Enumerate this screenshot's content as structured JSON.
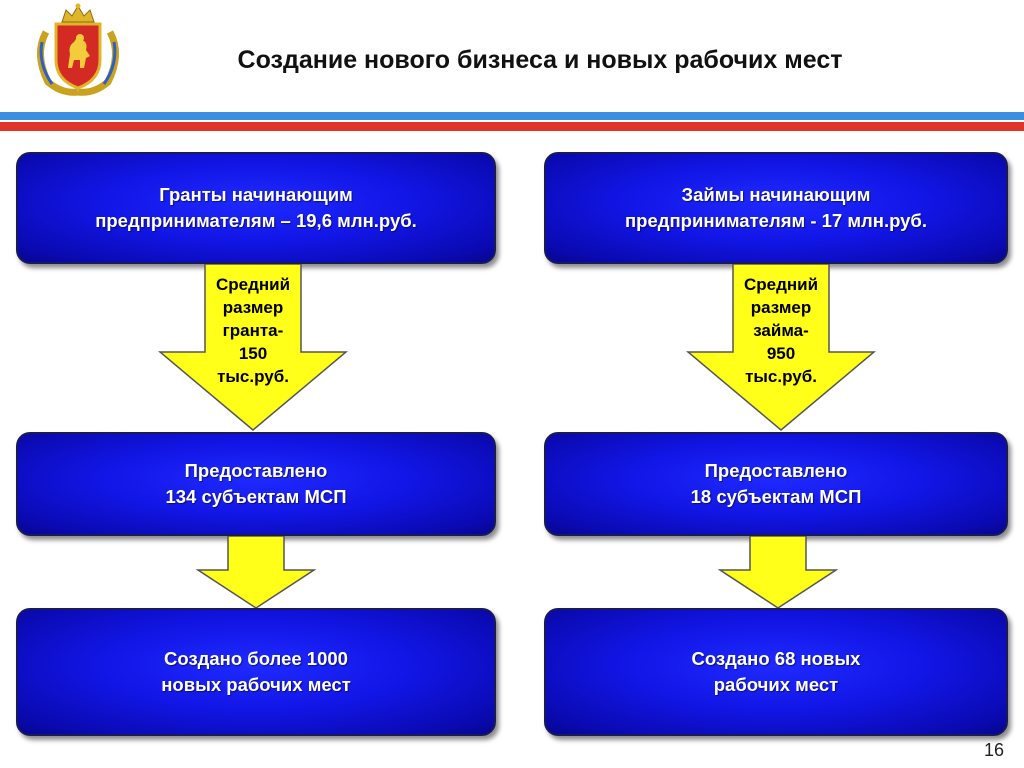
{
  "header": {
    "title": "Создание нового бизнеса и новых рабочих мест"
  },
  "colors": {
    "box_blue": "#1216e6",
    "arrow_yellow": "#ffff1a",
    "stripe_blue": "#3b8fe0",
    "stripe_red": "#e0332a"
  },
  "left": {
    "top_box": [
      "Гранты начинающим",
      "предпринимателям – 19,6 млн.руб."
    ],
    "arrow_text": [
      "Средний",
      "размер",
      "гранта-",
      "150",
      "тыс.руб."
    ],
    "middle_box": [
      "Предоставлено",
      "134 субъектам МСП"
    ],
    "bottom_box": [
      "Создано более 1000",
      "новых рабочих мест"
    ]
  },
  "right": {
    "top_box": [
      "Займы начинающим",
      "предпринимателям - 17 млн.руб."
    ],
    "arrow_text": [
      "Средний",
      "размер",
      "займа-",
      "950",
      "тыс.руб."
    ],
    "middle_box": [
      "Предоставлено",
      "18 субъектам МСП"
    ],
    "bottom_box": [
      "Создано 68 новых",
      "рабочих мест"
    ]
  },
  "footer": {
    "page_number": "16"
  }
}
